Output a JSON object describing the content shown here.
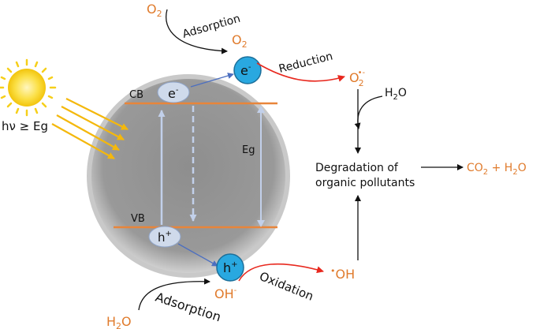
{
  "colors": {
    "orange": "#e8873a",
    "orange_text": "#e07b2c",
    "band": "#e8853a",
    "sphere": "#999999",
    "electron_blue": "#29a8e0",
    "carrier_pale": "#c9d6ea",
    "pale_arrow": "#b8c8e4",
    "red": "#e8281e",
    "sun": "#f7d117",
    "ray": "#f4b80c"
  },
  "labels": {
    "o2_top": "O",
    "o2_top_sub": "2",
    "adsorption_top": "Adsorption",
    "o2_surface": "O",
    "o2_surface_sub": "2",
    "reduction": "Reduction",
    "superoxide": "O",
    "superoxide_sub": "2",
    "superoxide_sup": "•-",
    "h2o_right": "H",
    "h2o_right_sub": "2",
    "h2o_right_end": "O",
    "light": "hν ≥ Eg",
    "cb": "CB",
    "vb": "VB",
    "eg": "Eg",
    "electron_inner": "e",
    "electron_inner_sup": "-",
    "electron_outer": "e",
    "electron_outer_sup": "-",
    "hole_inner": "h",
    "hole_inner_sup": "+",
    "hole_outer": "h",
    "hole_outer_sup": "+",
    "degradation_line1": "Degradation of",
    "degradation_line2": "organic pollutants",
    "products": "CO",
    "products_sub": "2",
    "products_end": " + H",
    "products_sub2": "2",
    "products_end2": "O",
    "hydroxide": "OH",
    "hydroxide_sup": "-",
    "oxidation": "Oxidation",
    "hydroxyl_dot": "•",
    "hydroxyl": "OH",
    "h2o_bottom": "H",
    "h2o_bottom_sub": "2",
    "h2o_bottom_end": "O",
    "adsorption_bottom": "Adsorption"
  }
}
